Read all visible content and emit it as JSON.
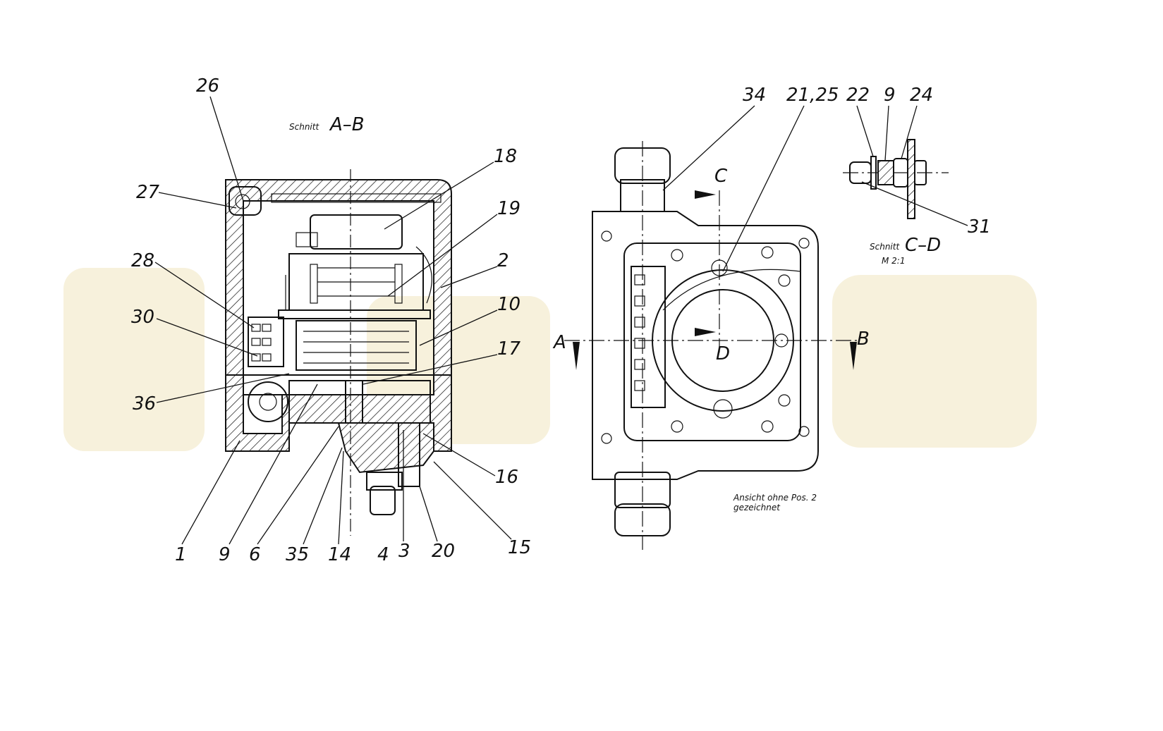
{
  "section_ab": {
    "word": "Schnitt",
    "name": "A–B"
  },
  "section_cd": {
    "word": "Schnitt",
    "name": "C–D",
    "scale": "M 2:1"
  },
  "view_note": {
    "line1": "Ansicht ohne Pos. 2",
    "line2": "gezeichnet"
  },
  "section_markers": {
    "a": "A",
    "b": "B",
    "c": "C",
    "d": "D"
  },
  "callouts_left": {
    "p26": "26",
    "p27": "27",
    "p28": "28",
    "p30": "30",
    "p36": "36",
    "p18": "18",
    "p19": "19",
    "p2": "2",
    "p10": "10",
    "p17": "17",
    "p16": "16",
    "p15": "15",
    "p1": "1",
    "p9": "9",
    "p6": "6",
    "p35": "35",
    "p14": "14",
    "p4": "4",
    "p3": "3",
    "p20": "20"
  },
  "callouts_right": {
    "p34": "34",
    "p2125": "21,25"
  },
  "callouts_detail": {
    "p22": "22",
    "p9": "9",
    "p24": "24",
    "p31": "31"
  },
  "watermark": {
    "present": true,
    "color": "#f1e6bf"
  }
}
